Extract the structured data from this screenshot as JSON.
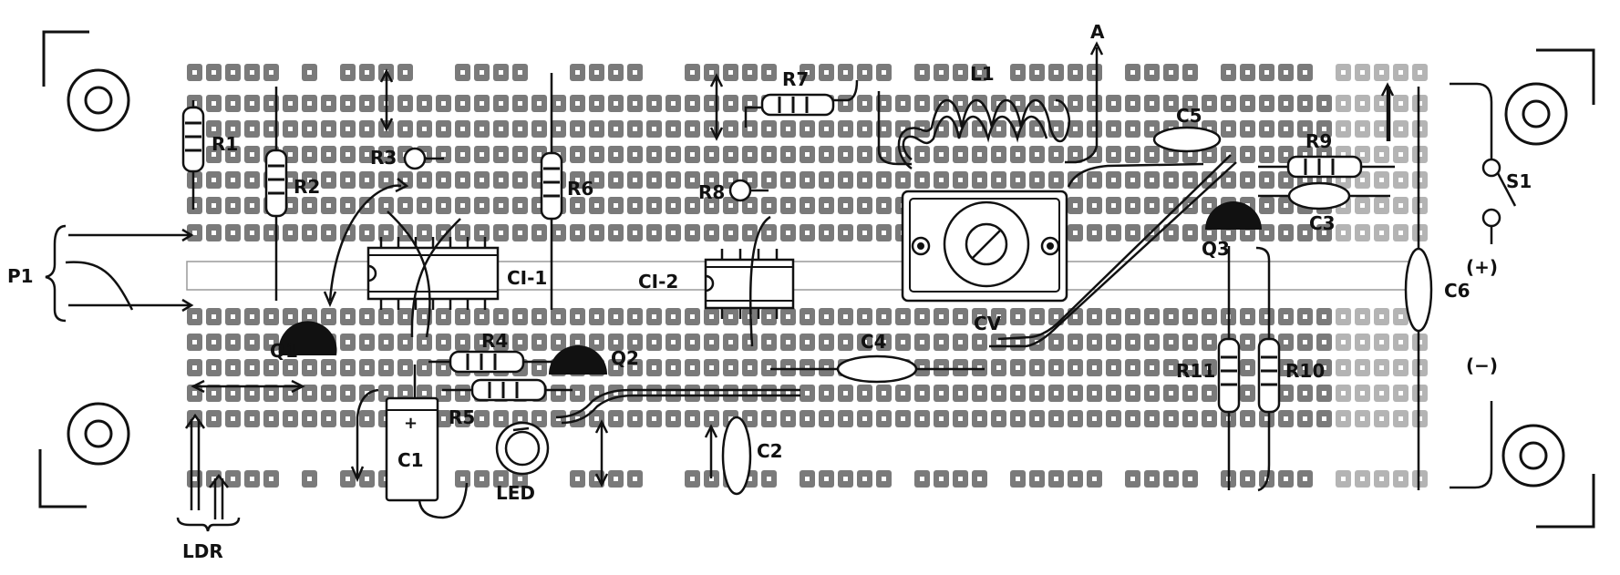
{
  "colors": {
    "ink": "#111111",
    "pad": "#7a7a7a",
    "pad_light": "#b4b4b4",
    "board_bg": "#ffffff"
  },
  "labels": {
    "r1": "R1",
    "r2": "R2",
    "r3": "R3",
    "r4": "R4",
    "r5": "R5",
    "r6": "R6",
    "r7": "R7",
    "r8": "R8",
    "r9": "R9",
    "r10": "R10",
    "r11": "R11",
    "c1": "C1",
    "c2": "C2",
    "c3": "C3",
    "c4": "C4",
    "c5": "C5",
    "c6": "C6",
    "q1": "Q1",
    "q2": "Q2",
    "q3": "Q3",
    "ci1": "CI-1",
    "ci2": "CI-2",
    "l1": "L1",
    "cv": "CV",
    "a": "A",
    "p1": "P1",
    "s1": "S1",
    "led": "LED",
    "ldr": "LDR",
    "plus": "(+)",
    "minus": "(−)",
    "c1_polarity": "+"
  }
}
